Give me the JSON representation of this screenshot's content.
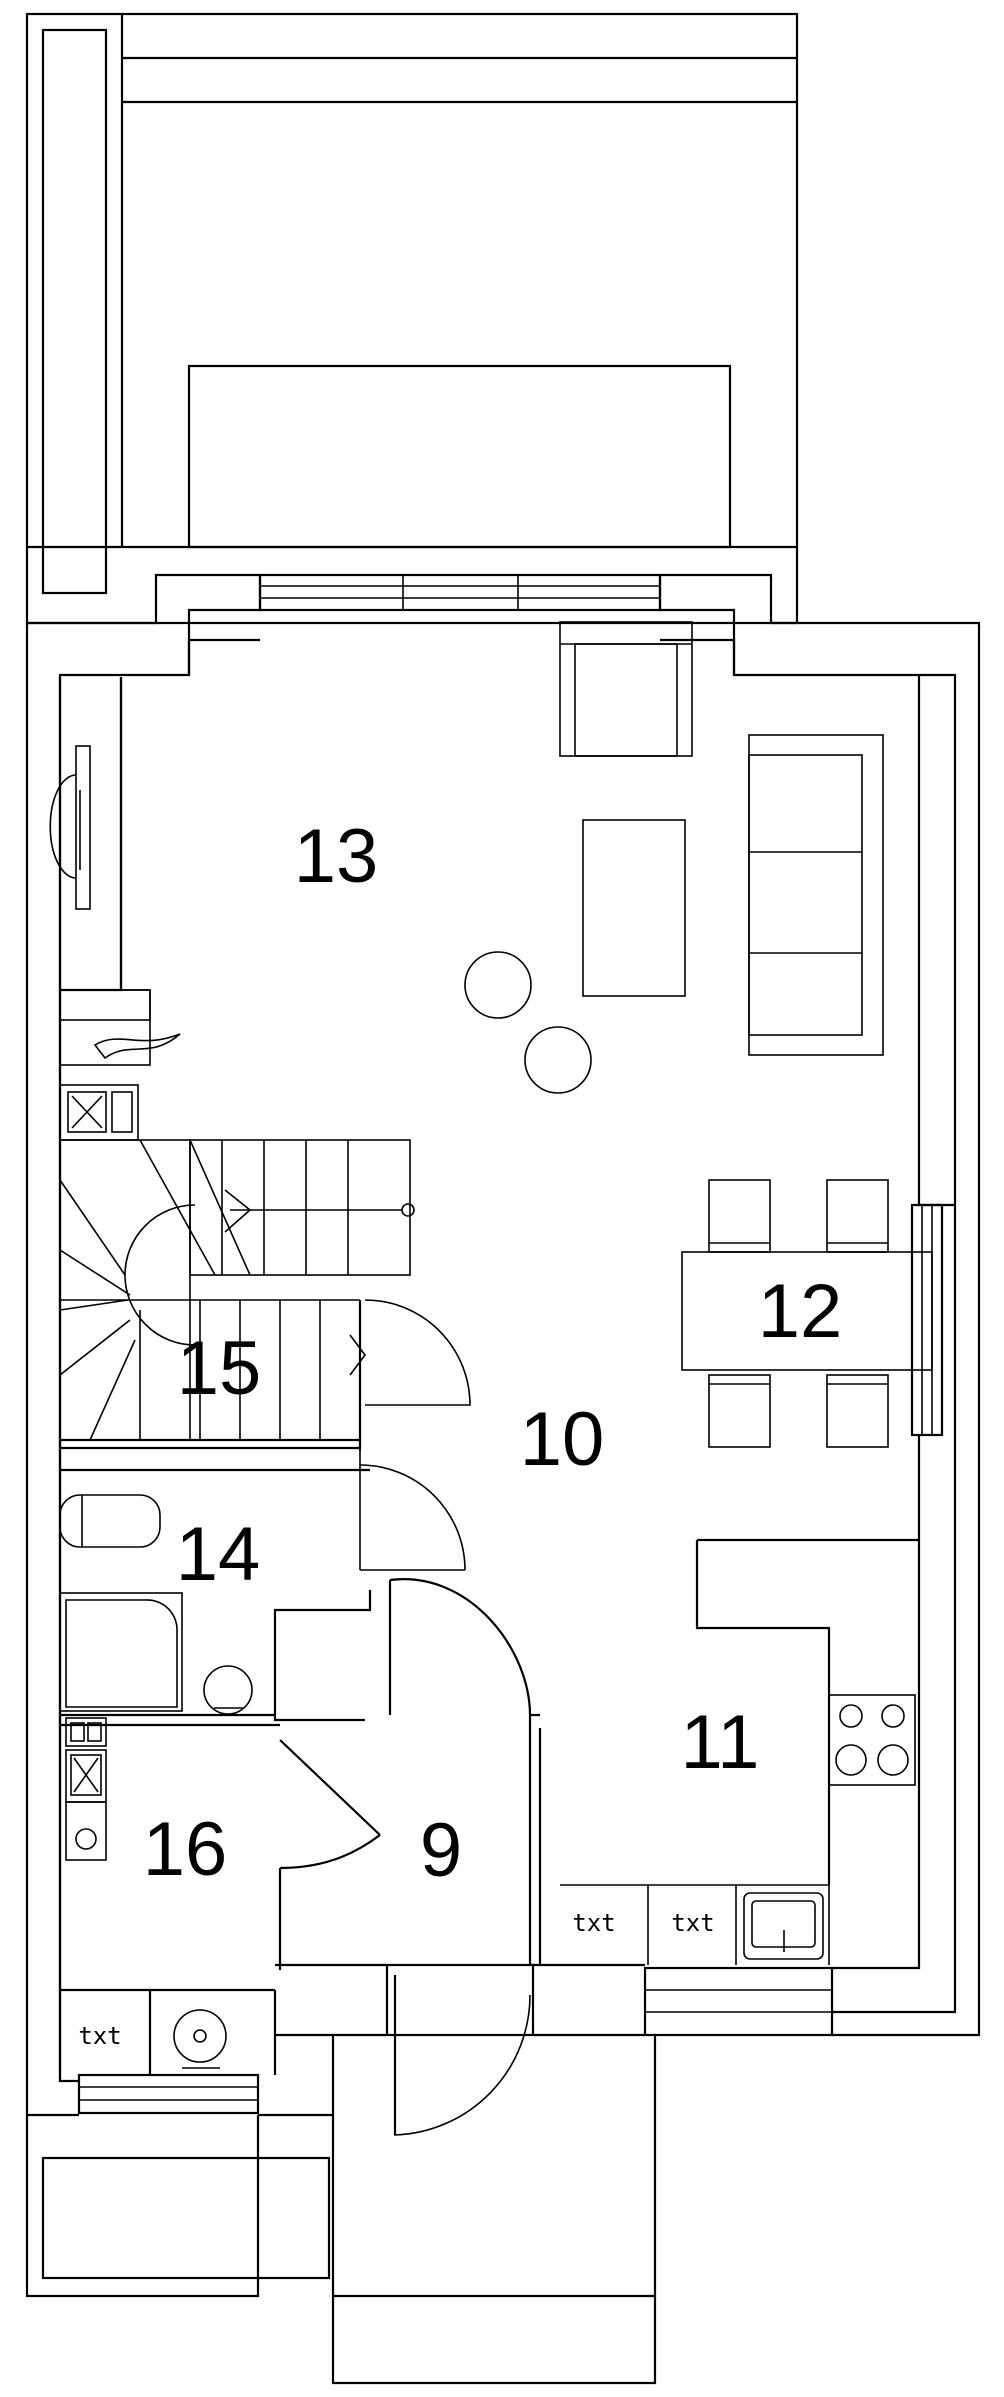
{
  "rooms": {
    "r9": "9",
    "r10": "10",
    "r11": "11",
    "r12": "12",
    "r13": "13",
    "r14": "14",
    "r15": "15",
    "r16": "16"
  },
  "fixture_labels": {
    "kitchen_1": "txt",
    "kitchen_2": "txt",
    "wc": "txt"
  }
}
